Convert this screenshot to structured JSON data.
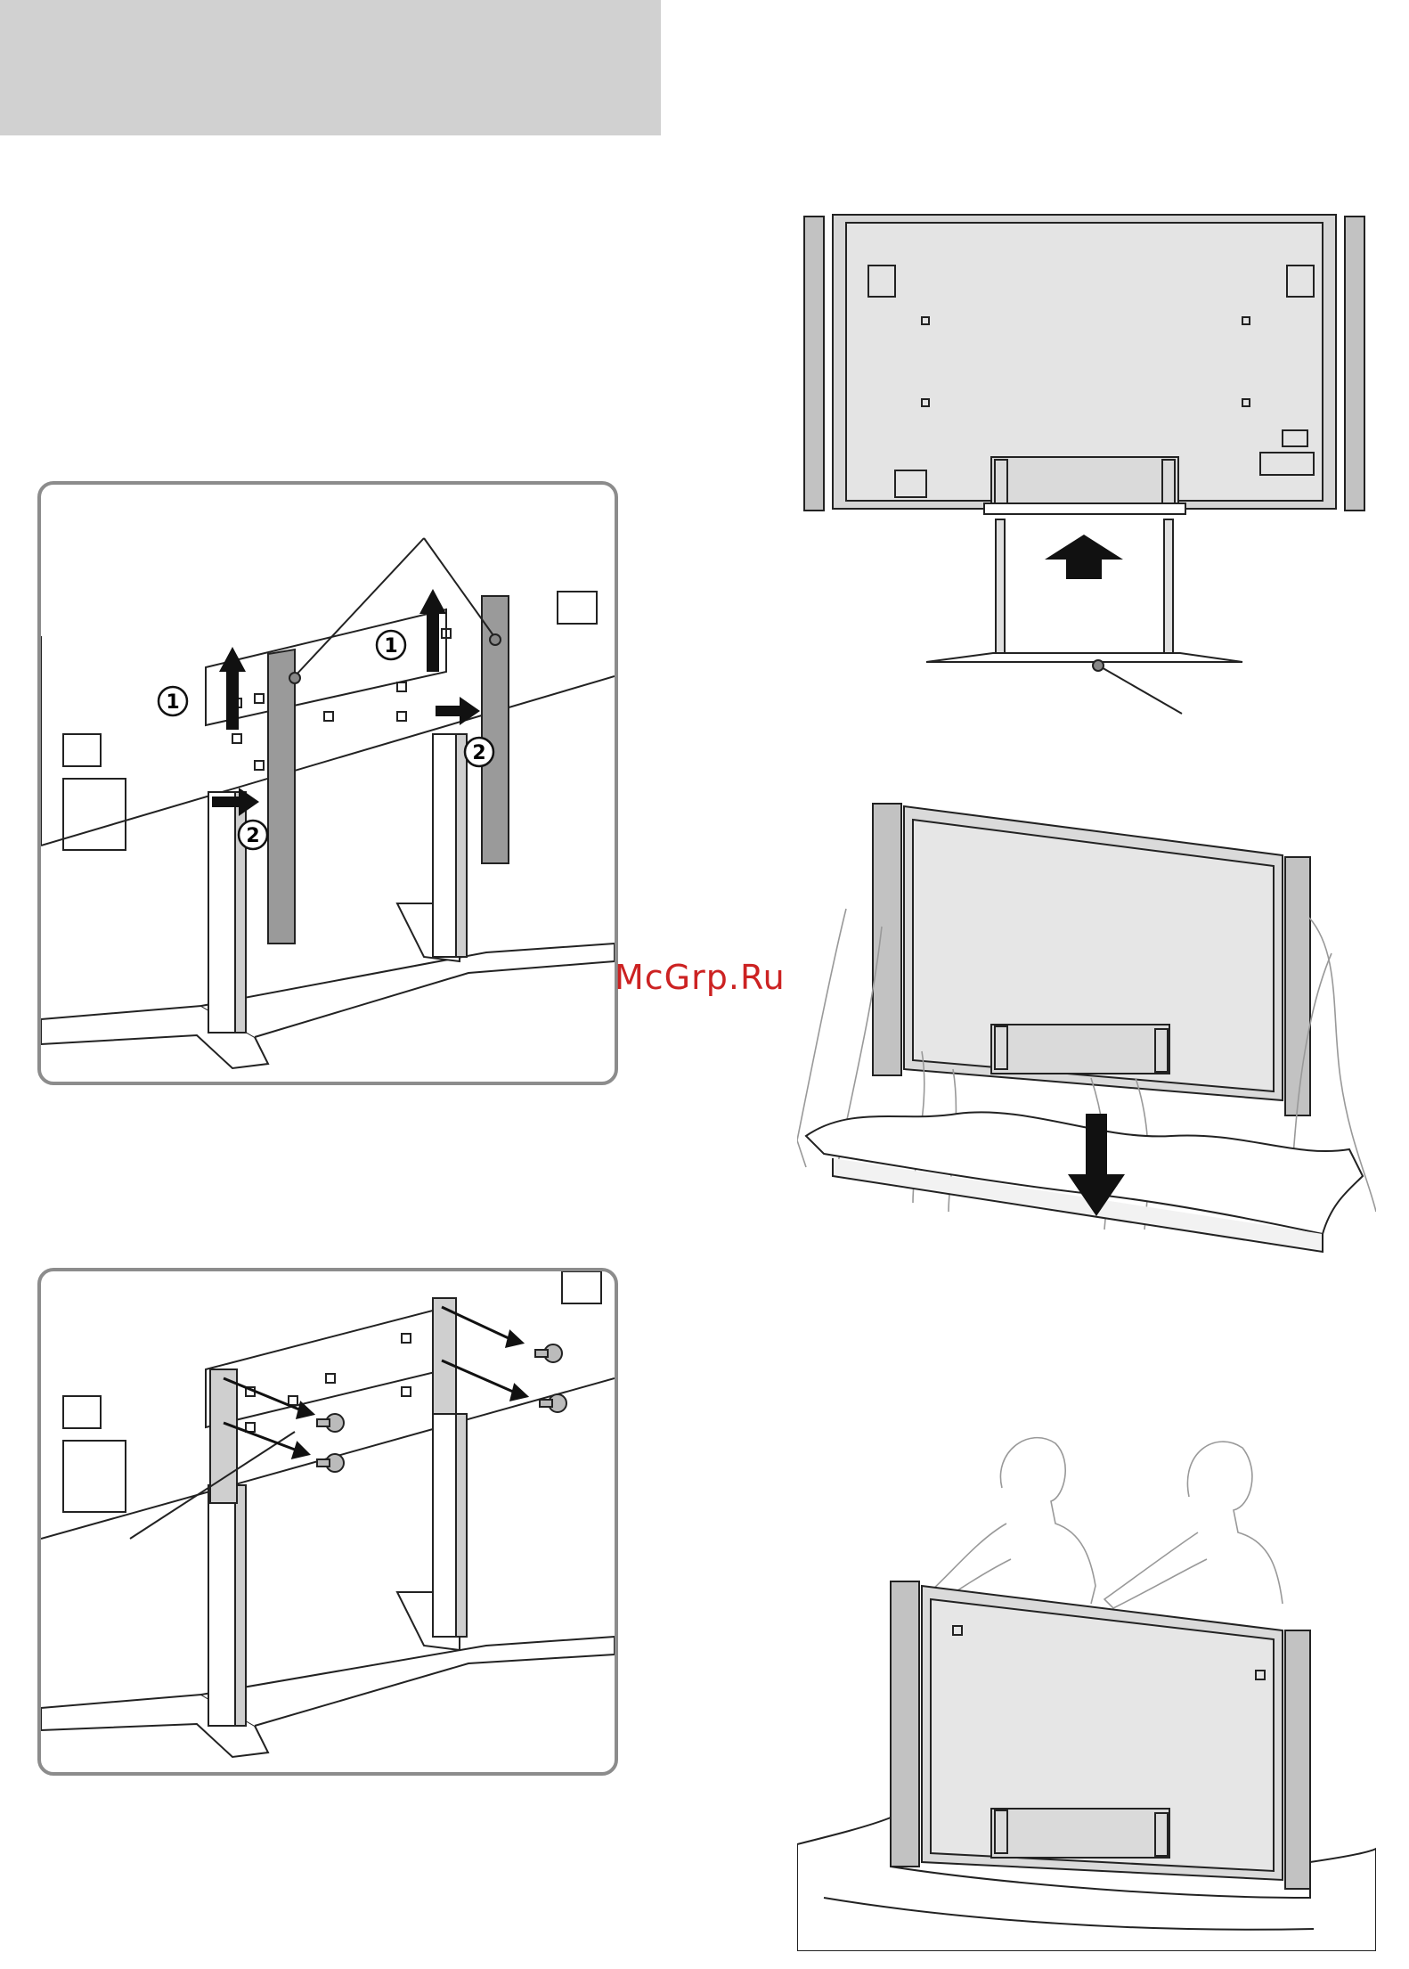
{
  "header_band": {
    "color": "#d1d1d1"
  },
  "watermark": {
    "text": "McGrp.Ru",
    "color": "#cc2222"
  },
  "step_markers": {
    "one": "1",
    "two": "2"
  },
  "illustrations": {
    "detach_stand_posts": {
      "icons": [
        "arrow-up-icon",
        "arrow-right-icon",
        "callout-line"
      ]
    },
    "remove_screws": {
      "icons": [
        "screw-icon",
        "arrow-diagonal-icon",
        "callout-line"
      ]
    },
    "tv_back_with_stand": {
      "icons": [
        "arrow-up-icon",
        "callout-line"
      ]
    },
    "lower_tv_onto_cloth": {
      "icons": [
        "arrow-down-icon",
        "person-outline"
      ]
    },
    "tv_on_cloth_two_people": {
      "icons": [
        "person-outline"
      ]
    }
  }
}
